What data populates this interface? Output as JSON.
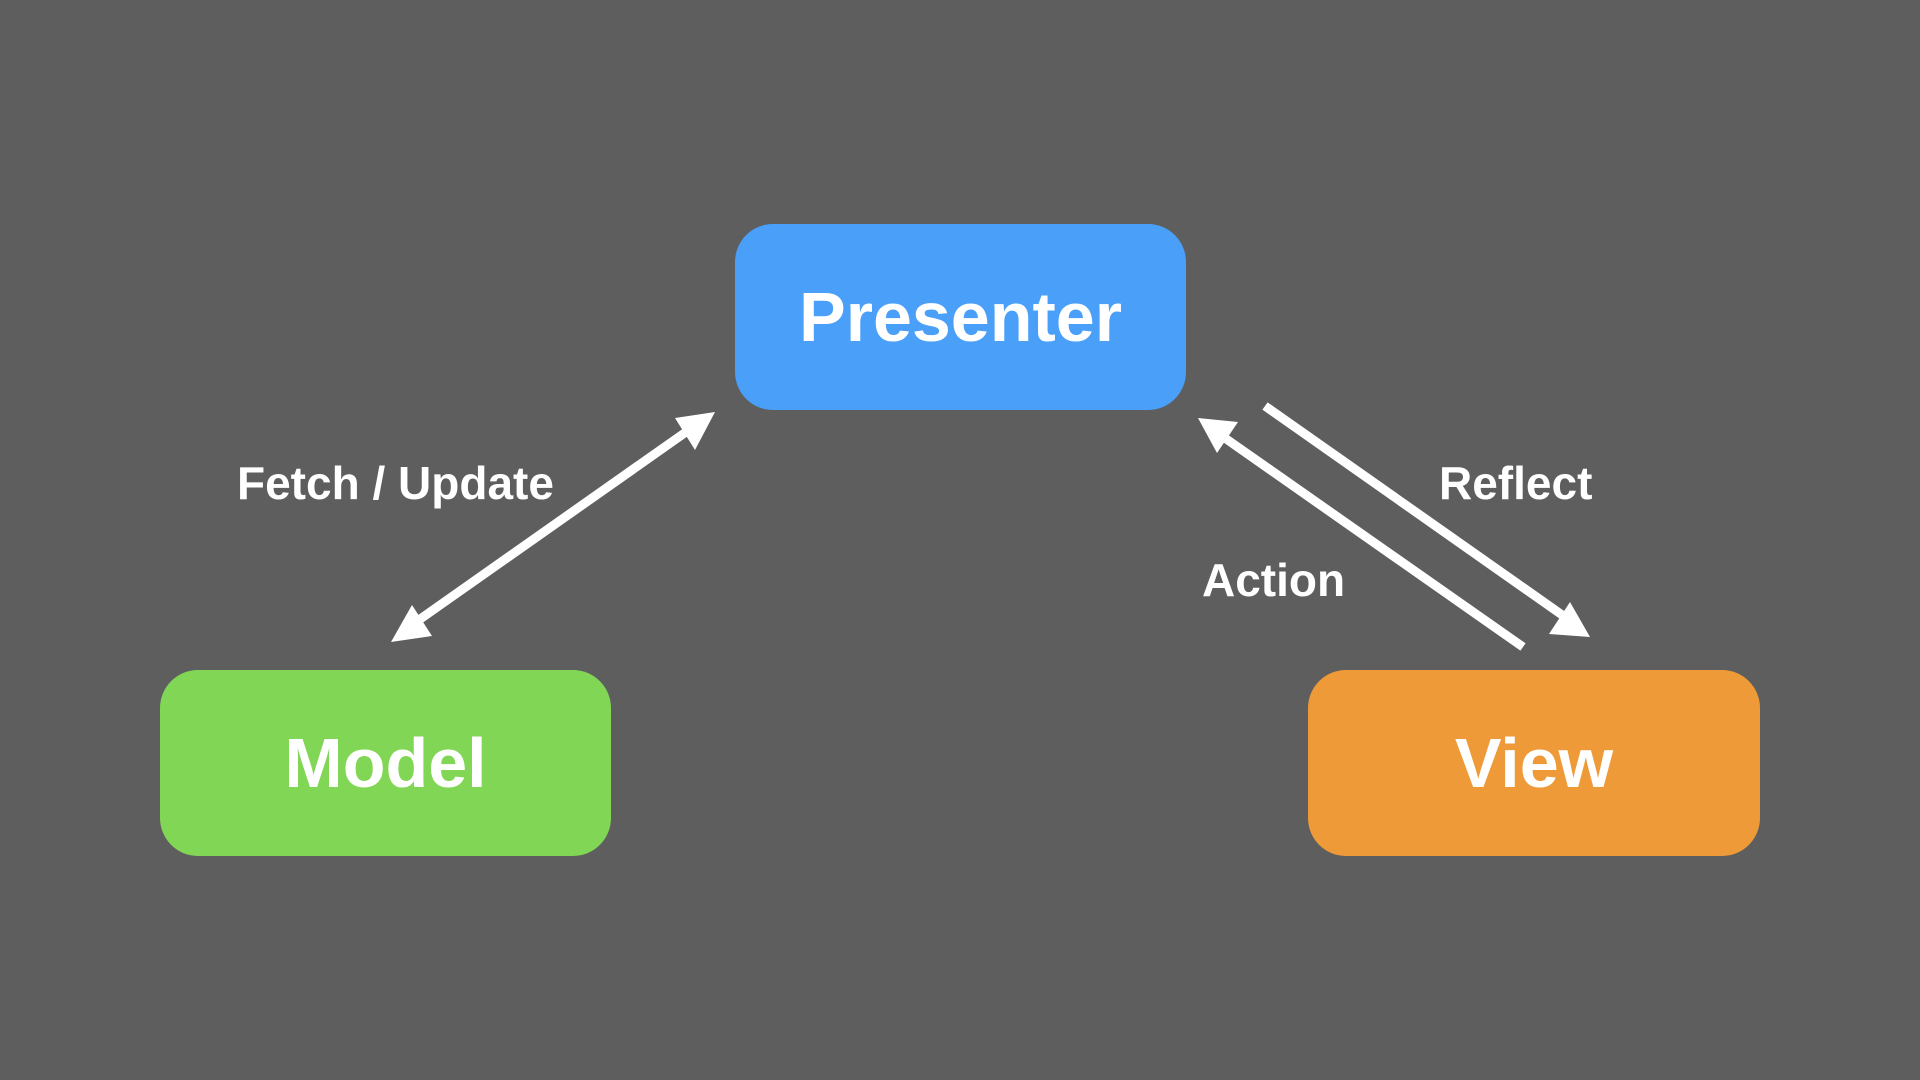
{
  "nodes": {
    "presenter": {
      "label": "Presenter",
      "color": "#4aa0f8"
    },
    "model": {
      "label": "Model",
      "color": "#82d655"
    },
    "view": {
      "label": "View",
      "color": "#ef9a38"
    }
  },
  "edges": {
    "model_presenter": {
      "label": "Fetch / Update",
      "direction": "bidirectional"
    },
    "presenter_view": {
      "label": "Reflect",
      "direction": "presenter-to-view"
    },
    "view_presenter": {
      "label": "Action",
      "direction": "view-to-presenter"
    }
  },
  "colors": {
    "background": "#5e5e5e",
    "arrow": "#ffffff",
    "text": "#ffffff"
  }
}
